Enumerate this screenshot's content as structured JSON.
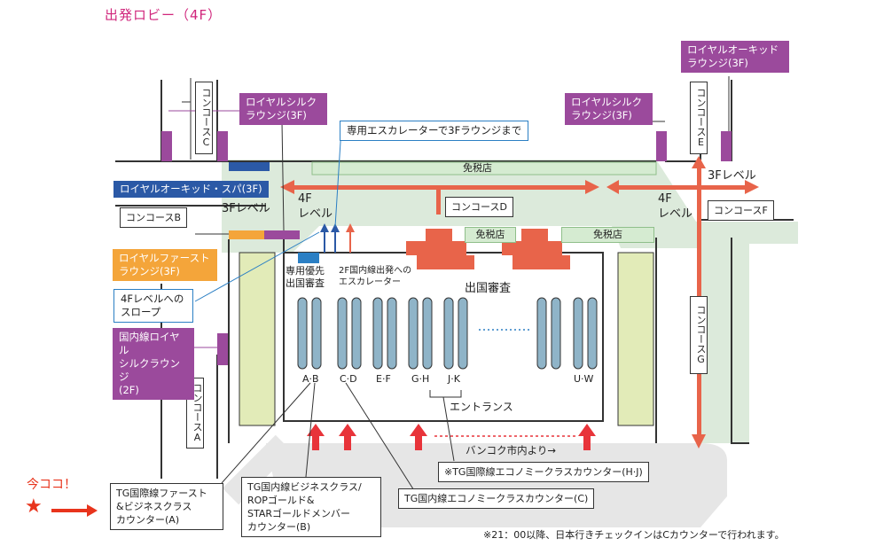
{
  "title": "出発ロビー（4F）",
  "here_marker": {
    "text": "今ココ！",
    "star": "★"
  },
  "concourses": {
    "c": "コンコースC",
    "b": "コンコースB",
    "a": "コンコースA",
    "d": "コンコースD",
    "e": "コンコースE",
    "f": "コンコースF",
    "g": "コンコースG"
  },
  "lounges": {
    "royal_silk_left": "ロイヤルシルク\nラウンジ(3F)",
    "royal_silk_right": "ロイヤルシルク\nラウンジ(3F)",
    "royal_orchid_lounge": "ロイヤルオーキッド\nラウンジ(3F)",
    "royal_orchid_spa": "ロイヤルオーキッド・スパ(3F)",
    "royal_first": "ロイヤルファースト\nラウンジ(3F)",
    "domestic_royal_silk": "国内線ロイヤル\nシルクラウンジ\n(2F)"
  },
  "signs": {
    "dedicated_escalator": "専用エスカレーターで3Fラウンジまで",
    "duty_free_top": "免税店",
    "duty_free_mid_left": "免税店",
    "duty_free_mid_right": "免税店",
    "level_4f_left": "4F\nレベル",
    "level_4f_right": "4F\nレベル",
    "level_3f_left": "3Fレベル",
    "level_3f_right": "3Fレベル",
    "slope_4f": "4Fレベルへの\nスロープ",
    "priority_immigration": "専用優先\n出国審査",
    "escalator_2f_domestic": "2F国内線出発への\nエスカレーター",
    "immigration": "出国審査",
    "entrance": "エントランス",
    "from_bangkok": "バンコク市内より→"
  },
  "counter_rows": [
    "A·B",
    "C·D",
    "E·F",
    "G·H",
    "J·K",
    "U·W"
  ],
  "counter_notes": {
    "tg_first_business": "TG国際線ファースト\n&ビジネスクラス\nカウンター(A)",
    "tg_domestic_business": "TG国内線ビジネスクラス/\nROPゴールド&\nSTARゴールドメンバー\nカウンター(B)",
    "tg_domestic_economy": "TG国内線エコノミークラスカウンター(C)",
    "tg_international_economy": "※TG国際線エコノミークラスカウンター(H·J)"
  },
  "footnote": "※21：00以降、日本行きチェックインはCカウンターで行われます。",
  "colors": {
    "lobby_green": "#dceadb",
    "arrow_orange": "#e8644a",
    "arrow_red": "#e8343a",
    "lounge_purple": "#9b4a9c",
    "lounge_orange": "#f4a53a",
    "spa_blue": "#2b59a6",
    "counter_blue": "#8fb4c8"
  }
}
